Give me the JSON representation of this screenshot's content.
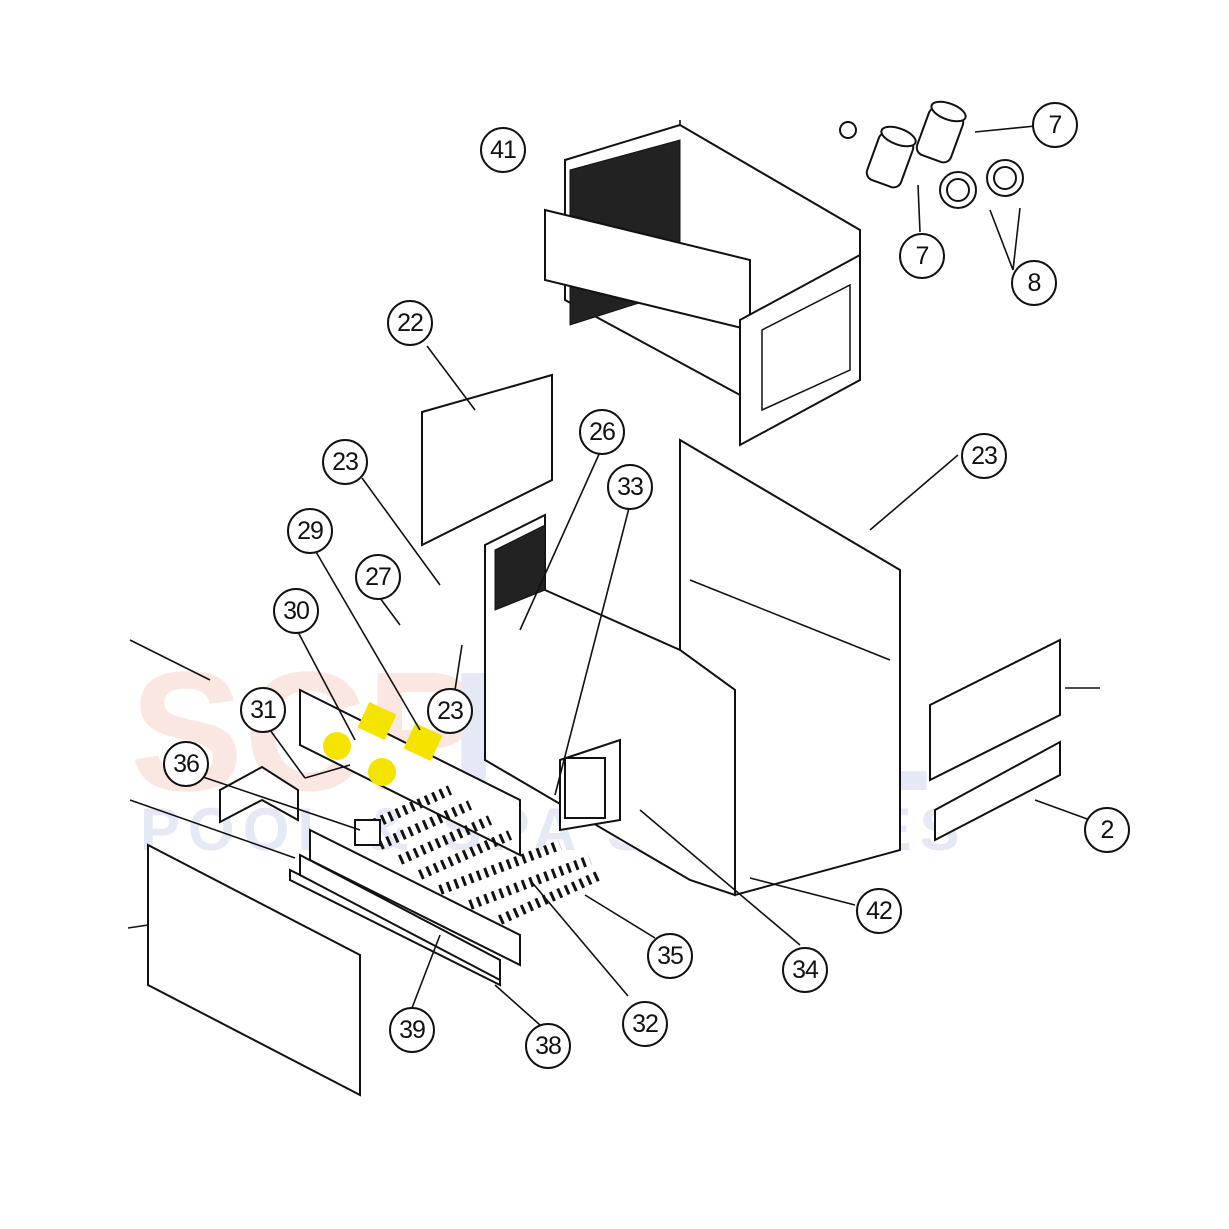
{
  "diagram": {
    "title": "Heater exploded parts diagram",
    "watermark": {
      "brand": "SCP POOL",
      "tagline": "POOL & SPA SUPPLIES"
    },
    "callouts": [
      {
        "id": "c41",
        "label": "41"
      },
      {
        "id": "c7a",
        "label": "7"
      },
      {
        "id": "c7b",
        "label": "7"
      },
      {
        "id": "c8",
        "label": "8"
      },
      {
        "id": "c22",
        "label": "22"
      },
      {
        "id": "c26",
        "label": "26"
      },
      {
        "id": "c23a",
        "label": "23"
      },
      {
        "id": "c33",
        "label": "33"
      },
      {
        "id": "c23b",
        "label": "23"
      },
      {
        "id": "c29",
        "label": "29"
      },
      {
        "id": "c27",
        "label": "27"
      },
      {
        "id": "c30",
        "label": "30"
      },
      {
        "id": "c23c",
        "label": "23"
      },
      {
        "id": "c31",
        "label": "31"
      },
      {
        "id": "c36",
        "label": "36"
      },
      {
        "id": "c42",
        "label": "42"
      },
      {
        "id": "c35",
        "label": "35"
      },
      {
        "id": "c34",
        "label": "34"
      },
      {
        "id": "c39",
        "label": "39"
      },
      {
        "id": "c32",
        "label": "32"
      },
      {
        "id": "c38",
        "label": "38"
      },
      {
        "id": "c2",
        "label": "2"
      }
    ],
    "highlight_color": "#f5e400"
  }
}
